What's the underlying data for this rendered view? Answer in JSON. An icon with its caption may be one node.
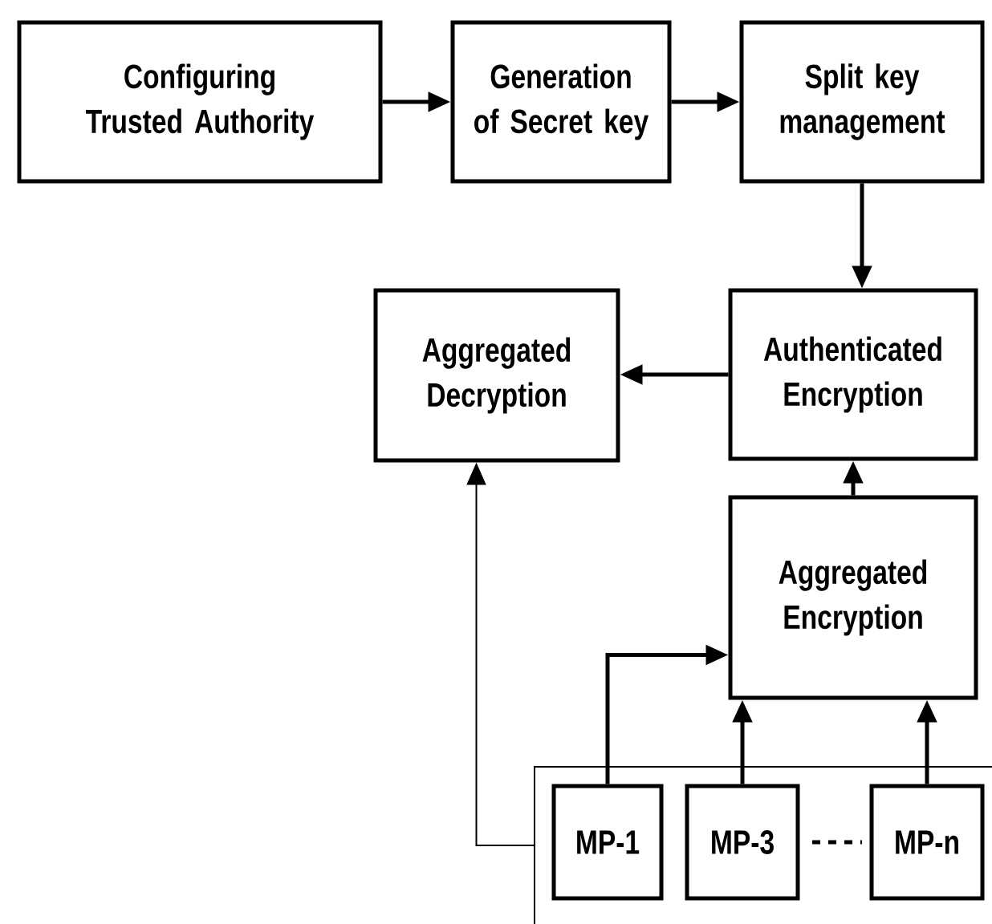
{
  "diagram": {
    "nodes": [
      {
        "text": [
          "Configuring Trusted Authority"
        ]
      },
      {
        "text": [
          "Generation of Secret key"
        ]
      },
      {
        "text": [
          "Split key management"
        ]
      },
      {
        "text": [
          "Aggregated Decryption"
        ]
      },
      {
        "text": [
          "Authenticated Encryption"
        ]
      },
      {
        "text": [
          "Aggregated Encryption"
        ]
      },
      {
        "text": [],
        "shape": "box"
      },
      {
        "text": [
          "MP-1"
        ],
        "in": 6
      },
      {
        "text": [
          "MP-3"
        ],
        "in": 6
      },
      {
        "text": [
          "MP-n"
        ],
        "in": 6
      }
    ],
    "edges": [
      {
        "from": 0,
        "to": 1,
        "arrow": "to"
      },
      {
        "from": 1,
        "to": 2,
        "arrow": "to"
      },
      {
        "from": 2,
        "to": 4,
        "arrow": "to"
      },
      {
        "from": 4,
        "to": 3,
        "arrow": "to"
      },
      {
        "from": 5,
        "to": 4,
        "arrow": "to"
      },
      {
        "from": 7,
        "to": 5,
        "arrow": "to"
      },
      {
        "from": 8,
        "to": 5,
        "arrow": "to"
      },
      {
        "from": 9,
        "to": 5,
        "arrow": "to"
      },
      {
        "from": 6,
        "to": 3,
        "arrow": "to"
      }
    ]
  }
}
